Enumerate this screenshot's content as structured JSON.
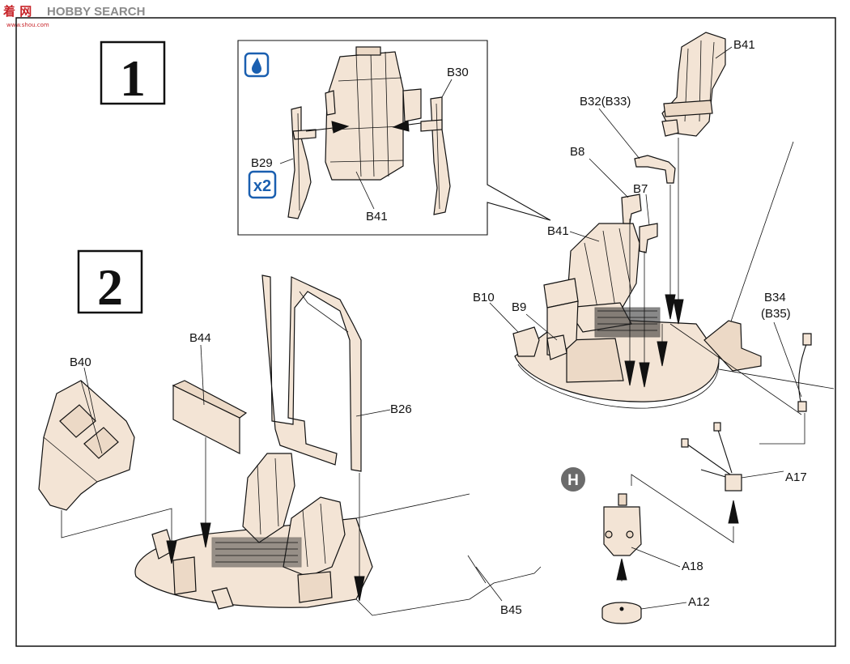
{
  "watermark": {
    "brand": "HOBBY SEARCH",
    "cn": "着 网",
    "url": "www.shou.com"
  },
  "steps": {
    "step1": "1",
    "step2": "2"
  },
  "symbols": {
    "paint_icon": "paint-drop-icon",
    "multiplier": "x2",
    "callout_H": "H"
  },
  "inset_labels": {
    "b30": "B30",
    "b29": "B29",
    "b41": "B41"
  },
  "step1_labels": {
    "b41_top": "B41",
    "b32": "B32(B33)",
    "b8": "B8",
    "b7": "B7",
    "b41_mid": "B41",
    "b10": "B10",
    "b9": "B9",
    "b34": "B34",
    "b35": "(B35)",
    "a17": "A17",
    "a18": "A18",
    "a12": "A12"
  },
  "step2_labels": {
    "b44": "B44",
    "b40": "B40",
    "b26": "B26",
    "b45": "B45"
  },
  "colors": {
    "part_fill": "#f3e4d5",
    "ink": "#111111",
    "icon_blue": "#1a5fb0",
    "callout_grey": "#6b6b6b"
  }
}
